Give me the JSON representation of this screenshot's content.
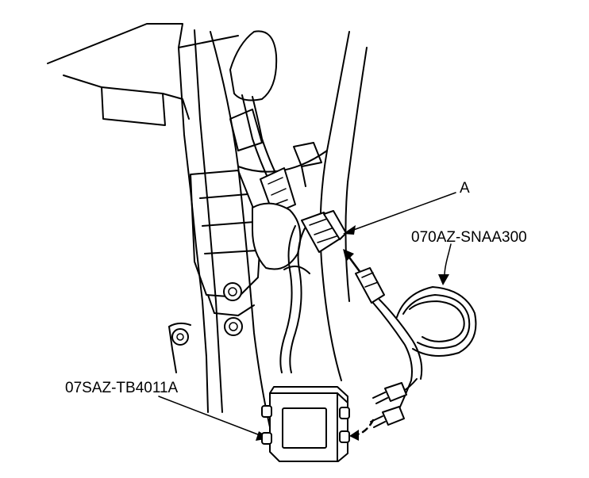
{
  "callouts": {
    "a": "A",
    "harness_part": "070AZ-SNAA300",
    "tester_part": "07SAZ-TB4011A"
  }
}
